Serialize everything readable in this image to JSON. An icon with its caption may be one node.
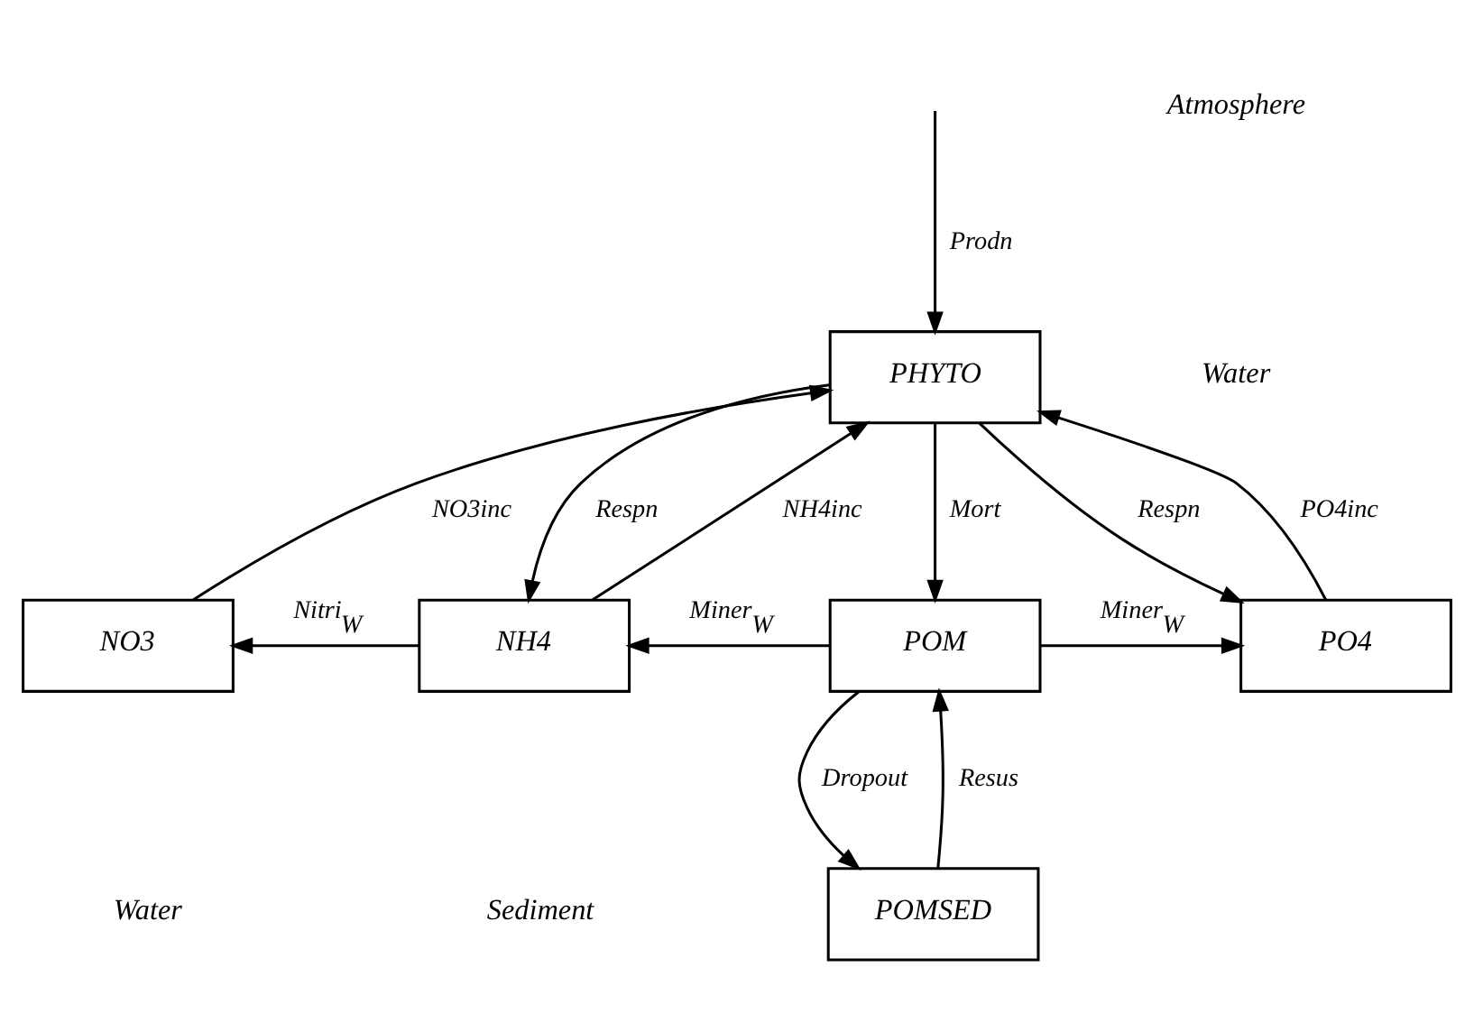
{
  "diagram": {
    "nodes": [
      {
        "text": [
          "PHYTO"
        ]
      },
      {
        "text": [
          "NO3"
        ]
      },
      {
        "text": [
          "NH4"
        ]
      },
      {
        "text": [
          "POM"
        ]
      },
      {
        "text": [
          "PO4"
        ]
      },
      {
        "text": [
          "POMSED"
        ]
      }
    ],
    "edges": [
      {
        "from": null,
        "to": 0,
        "arrow": "to",
        "label": "Prodn"
      },
      {
        "from": 1,
        "to": 0,
        "arrow": "to",
        "label": "NO3inc"
      },
      {
        "from": 2,
        "to": 0,
        "arrow": "to",
        "label": "NH4inc"
      },
      {
        "from": 0,
        "to": 2,
        "arrow": "to",
        "label": "Respn"
      },
      {
        "from": 4,
        "to": 0,
        "arrow": "to",
        "label": "PO4inc"
      },
      {
        "from": 0,
        "to": 4,
        "arrow": "to",
        "label": "Respn"
      },
      {
        "from": 0,
        "to": 3,
        "arrow": "to",
        "label": "Mort"
      },
      {
        "from": 2,
        "to": 1,
        "arrow": "to",
        "label": "Nitri$_{W}$"
      },
      {
        "from": 3,
        "to": 2,
        "arrow": "to",
        "label": "Miner$_{W}$"
      },
      {
        "from": 3,
        "to": 4,
        "arrow": "to",
        "label": "Miner$_{W}$"
      },
      {
        "from": 5,
        "to": 3,
        "arrow": "to",
        "label": "Resus"
      },
      {
        "from": 3,
        "to": 5,
        "arrow": "to",
        "label": "Dropout"
      }
    ],
    "labels": [
      "Atmosphere",
      "Water",
      "Water",
      "Sediment"
    ]
  }
}
